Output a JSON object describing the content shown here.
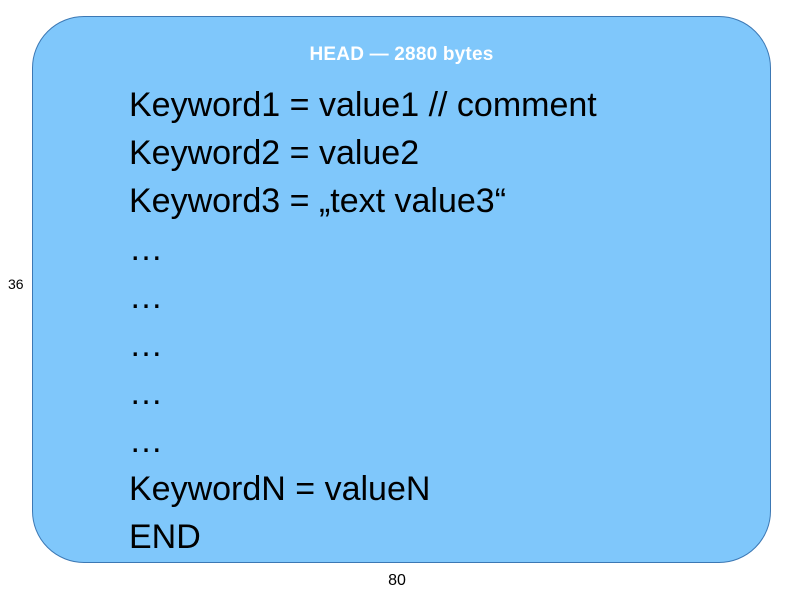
{
  "slide": {
    "number_label": "36",
    "page_number": "80"
  },
  "panel": {
    "title": "HEAD — 2880 bytes",
    "fill_color": "#7FC7FB",
    "border_color": "#3C78B4",
    "title_color": "#FFFFFF",
    "text_color": "#000000"
  },
  "listing": {
    "lines": [
      {
        "text": "Keyword1 = value1 // comment"
      },
      {
        "text": "Keyword2 = value2"
      },
      {
        "text": "Keyword3 = „text value3“"
      },
      {
        "text": "…"
      },
      {
        "text": "…"
      },
      {
        "text": "…"
      },
      {
        "text": "…"
      },
      {
        "text": "…"
      },
      {
        "text": "KeywordN = valueN"
      },
      {
        "text": "END"
      }
    ]
  }
}
